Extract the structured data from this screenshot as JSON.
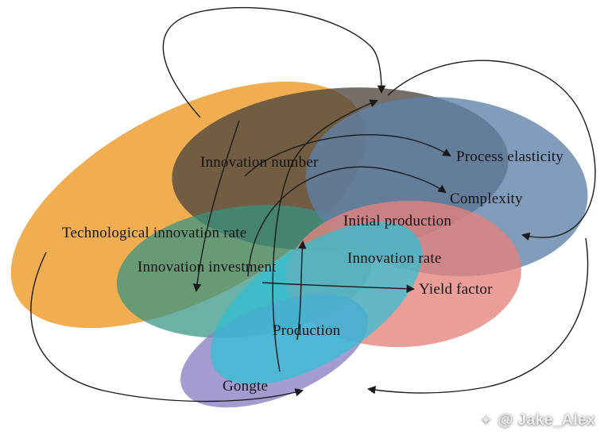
{
  "diagram": {
    "labels": {
      "innovation_number": "Innovation number",
      "process_elasticity": "Process elasticity",
      "complexity": "Complexity",
      "technological_innovation_rate": "Technological innovation rate",
      "initial_production": "Initial production",
      "innovation_investment": "Innovation investment",
      "innovation_rate": "Innovation rate",
      "yield_factor": "Yield factor",
      "production": "Production",
      "gongte": "Gongte"
    },
    "ellipse_colors": {
      "orange": "#efa032",
      "dark": "#4f463e",
      "teal": "#339384",
      "blue": "#5e82a8",
      "red": "#e5817b",
      "purple": "#8a7fc3",
      "cyan": "#2ec0d6"
    },
    "arrow_color": "#1a1a1a",
    "watermark": {
      "icon": "✦",
      "text": "@ Jake_Alex"
    }
  }
}
